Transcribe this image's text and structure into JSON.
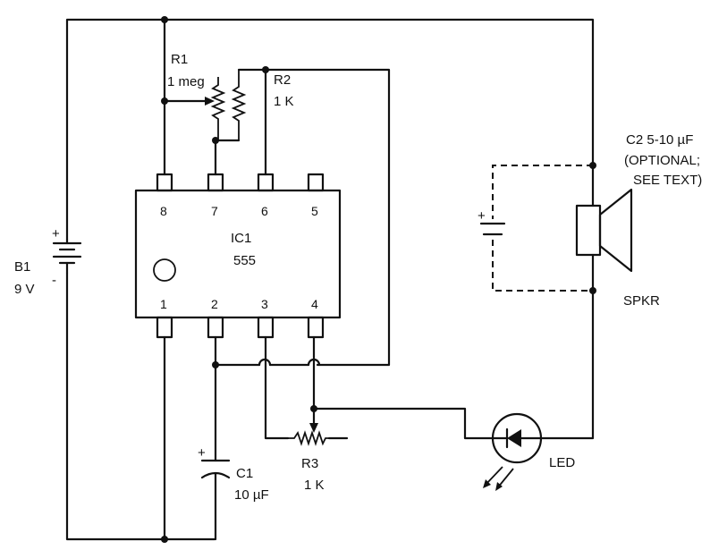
{
  "components": {
    "battery": {
      "ref": "B1",
      "value": "9 V",
      "plus": "+",
      "minus": "-"
    },
    "r1": {
      "ref": "R1",
      "value": "1 meg"
    },
    "r2": {
      "ref": "R2",
      "value": "1 K"
    },
    "r3": {
      "ref": "R3",
      "value": "1 K"
    },
    "ic": {
      "ref": "IC1",
      "part": "555",
      "pins": [
        "8",
        "7",
        "6",
        "5",
        "1",
        "2",
        "3",
        "4"
      ]
    },
    "c1": {
      "ref": "C1",
      "value": "10 µF",
      "plus": "+"
    },
    "c2": {
      "ref": "C2",
      "value": "5-10 µF",
      "note_line1": "(OPTIONAL;",
      "note_line2": "SEE TEXT)",
      "plus": "+"
    },
    "speaker": {
      "label": "SPKR"
    },
    "led": {
      "label": "LED"
    }
  },
  "colors": {
    "ink": "#111111",
    "paper": "#ffffff"
  }
}
